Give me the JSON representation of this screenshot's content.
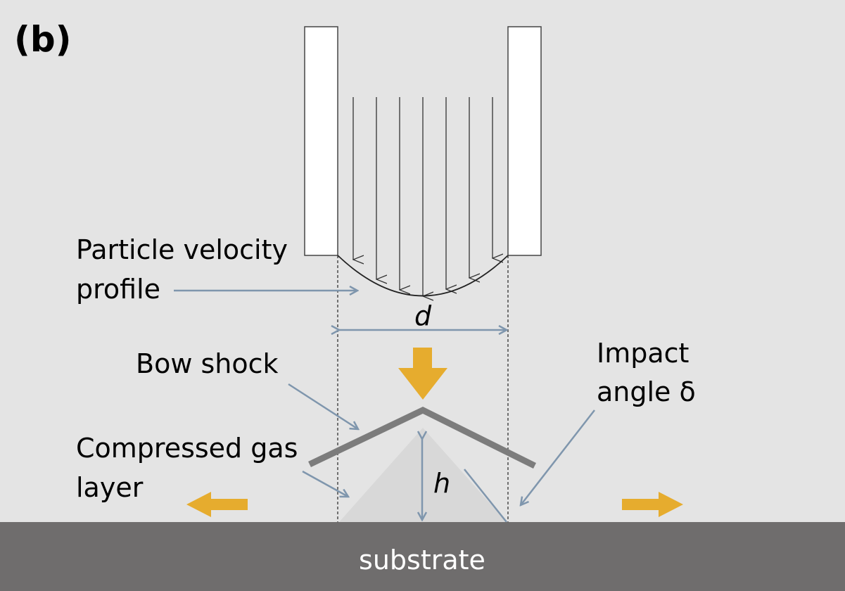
{
  "panel_label": "(b)",
  "labels": {
    "particle_velocity_profile": [
      "Particle velocity",
      "profile"
    ],
    "bow_shock": "Bow shock",
    "impact_angle": [
      "Impact",
      "angle δ"
    ],
    "compressed_gas_layer": [
      "Compressed gas",
      "layer"
    ],
    "diameter": "d",
    "height": "h",
    "substrate": "substrate"
  },
  "colors": {
    "background": "#e4e4e4",
    "nozzle_fill": "#ffffff",
    "nozzle_stroke": "#444444",
    "callout_arrow": "#7f96ad",
    "flow_arrow": "#e6ac2e",
    "bow_shock": "#7c7c7c",
    "gas_layer": "#d8d8d8",
    "substrate": "#6f6d6d",
    "velocity_arrows": "#333333"
  }
}
